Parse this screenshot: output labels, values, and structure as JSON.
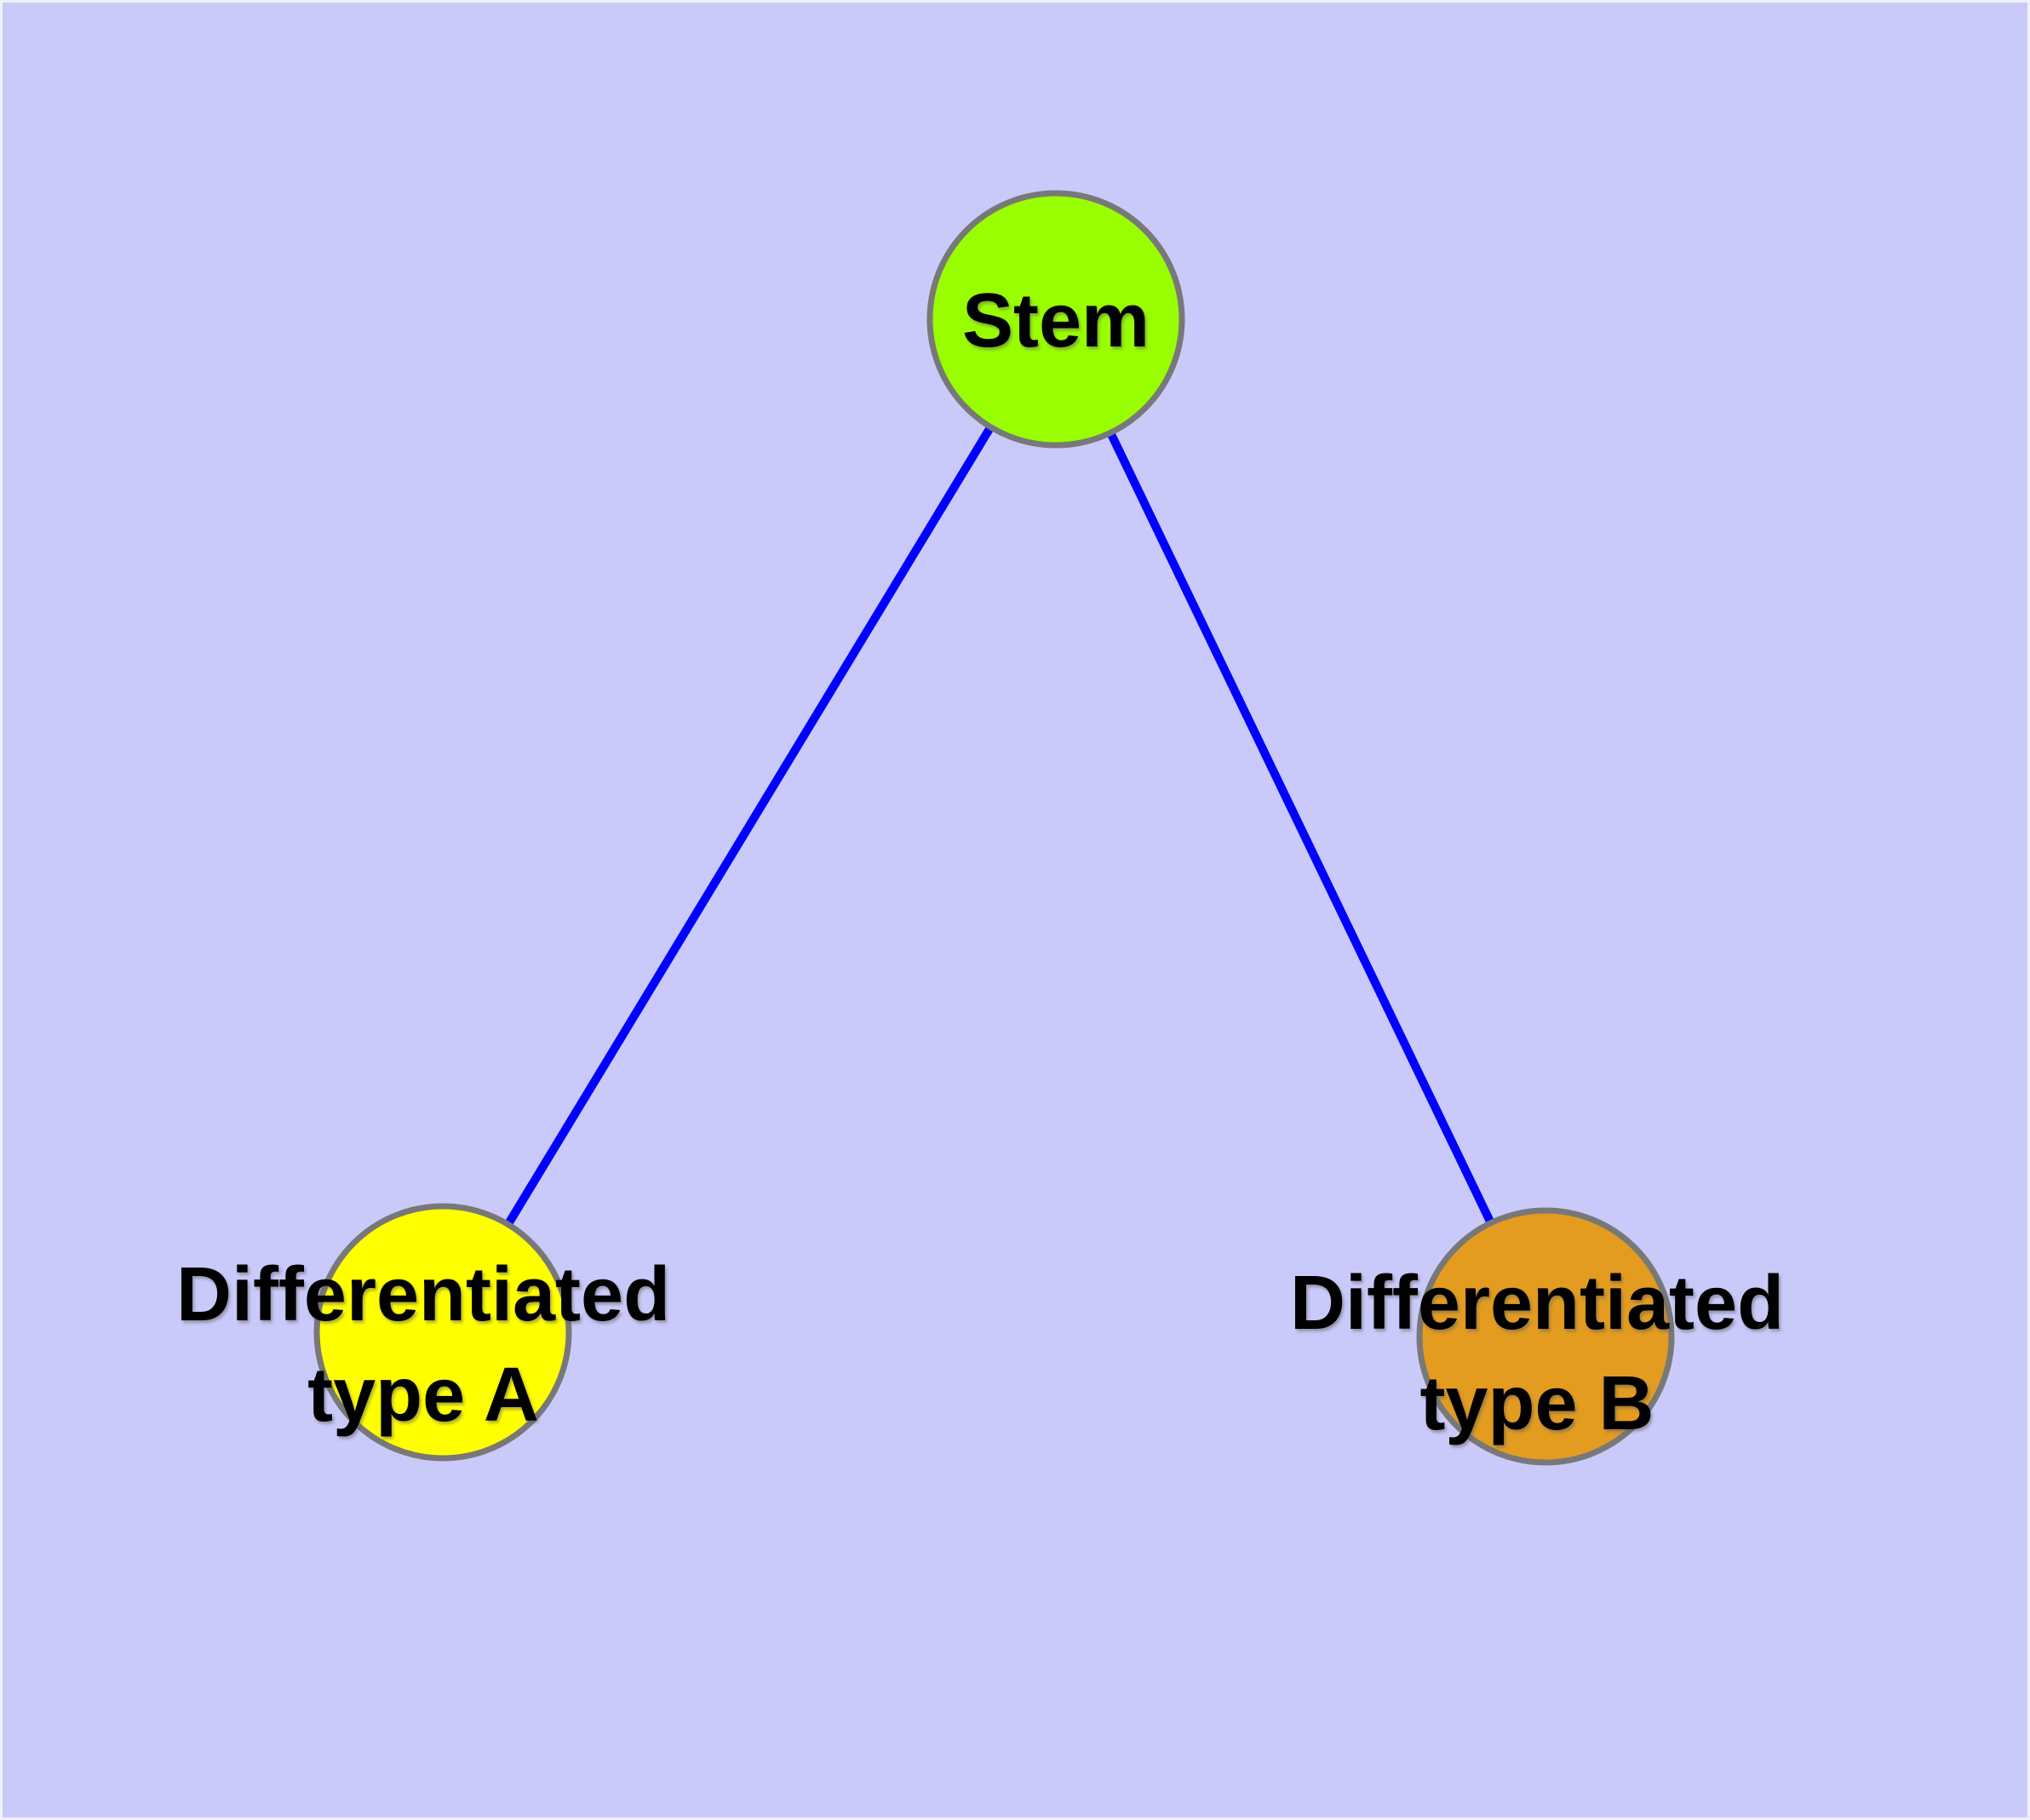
{
  "diagram": {
    "colors": {
      "background": "#cacafa",
      "edge": "#0000ff",
      "node_border": "#787878",
      "label_text": "#000000"
    },
    "nodes": [
      {
        "id": "stem",
        "label": "Stem",
        "color": "#99ff00"
      },
      {
        "id": "differentiated-type-a",
        "label_line1": "Differentiated",
        "label_line2": "type A",
        "color": "#ffff00"
      },
      {
        "id": "differentiated-type-b",
        "label_line1": "Differentiated",
        "label_line2": "type B",
        "color": "#e39c20"
      }
    ],
    "edges": [
      {
        "from": "stem",
        "to": "differentiated-type-a"
      },
      {
        "from": "stem",
        "to": "differentiated-type-b"
      }
    ]
  }
}
